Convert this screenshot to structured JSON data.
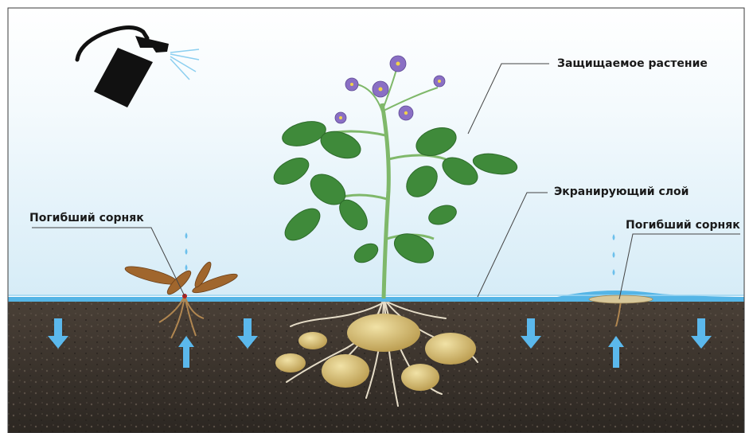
{
  "labels": {
    "protected_plant": "Защищаемое растение",
    "screening_layer": "Экранирующий слой",
    "dead_weed_left": "Погибший сорняк",
    "dead_weed_right": "Погибший сорняк"
  },
  "colors": {
    "sky_top": "#ffffff",
    "sky_bottom": "#d9eef8",
    "screen_layer": "#55b5e6",
    "soil": "#3a332c",
    "leaf": "#3f8a3a",
    "flower": "#8a6fc4",
    "potato": "#d8c27a",
    "arrow": "#5bb8ec",
    "sprayer": "#111111"
  },
  "icons": [
    "sprayer-icon",
    "down-arrow-icon",
    "up-arrow-icon",
    "droplet-icon"
  ]
}
